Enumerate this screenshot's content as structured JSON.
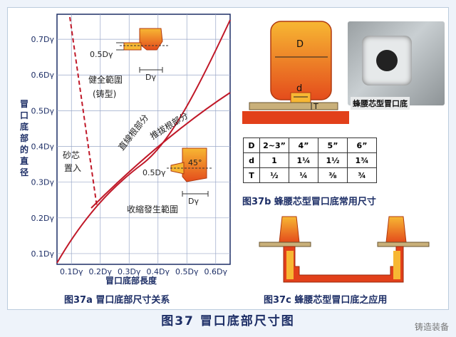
{
  "header": {
    "main_title": "图37 冒口底部尺寸图"
  },
  "chart": {
    "y_ticks": [
      "0.7Dγ",
      "0.6Dγ",
      "0.5Dγ",
      "0.4Dγ",
      "0.3Dγ",
      "0.2Dγ",
      "0.1Dγ"
    ],
    "x_ticks": [
      "0.1Dγ",
      "0.2Dγ",
      "0.3Dγ",
      "0.4Dγ",
      "0.5Dγ",
      "0.6Dγ"
    ],
    "ylabel": "冒口底部的直径",
    "xlabel": "冒口底部長度",
    "caption": "图37a 冒口底部尺寸关系",
    "labels": {
      "sound_range": "健全範圍",
      "sound_cast": "(铸型)",
      "straight_root": "直線根部分",
      "tapered_root": "推拔根部分",
      "shrink_range": "收縮發生範圍",
      "sand_core": "砂芯",
      "core_in": "置入",
      "half_d_top": "0.5Dγ",
      "half_d_bot": "0.5Dγ",
      "d_top": "Dγ",
      "d_bot": "Dγ",
      "angle": "45°"
    }
  },
  "fig_b": {
    "label_D": "D",
    "label_d": "d",
    "label_T": "T",
    "caption": "图37b 蜂腰芯型冒口底常用尺寸",
    "photo_label": "蜂腰芯型冒口底",
    "table": {
      "rows": [
        [
          "D",
          "2~3”",
          "4”",
          "5”",
          "6”"
        ],
        [
          "d",
          "1",
          "1¼",
          "1½",
          "1¾"
        ],
        [
          "T",
          "½",
          "¼",
          "⅜",
          "¾"
        ]
      ]
    }
  },
  "fig_c": {
    "caption": "图37c 蜂腰芯型冒口底之应用"
  },
  "watermark": "铸造装备",
  "colors": {
    "curve": "#c01828",
    "navy": "#1d2e66",
    "riser": "#f5a623",
    "riser_dark": "#e2401a"
  }
}
